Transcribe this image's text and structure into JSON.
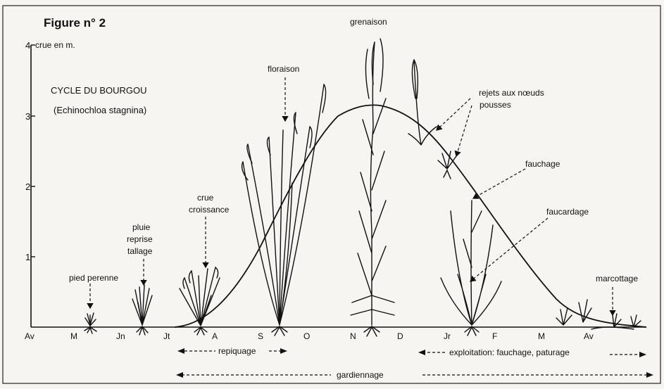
{
  "figure_title": "Figure n° 2",
  "axis": {
    "y_title": "crue  en m.",
    "y_ticks": [
      "4",
      "3",
      "2",
      "1"
    ],
    "months": [
      "Av",
      "M",
      "Jn",
      "Jt",
      "A",
      "S",
      "O",
      "N",
      "D",
      "Jr",
      "F",
      "M",
      "Av"
    ]
  },
  "caption": {
    "line1": "CYCLE  DU  BOURGOU",
    "line2": "(Echinochloa  stagnina)"
  },
  "annotations": {
    "pied_perenne": "pied perenne",
    "pluie": "pluie",
    "reprise": "reprise",
    "tallage": "tallage",
    "crue": "crue",
    "croissance": "croissance",
    "floraison": "floraison",
    "grenaison": "grenaison",
    "rejets": "rejets aux nœuds",
    "pousses": "pousses",
    "fauchage": "fauchage",
    "faucardage": "faucardage",
    "marcottage": "marcottage"
  },
  "periods": {
    "repiquage": "repiquage",
    "exploitation": "exploitation: fauchage, paturage",
    "gardiennage": "gardiennage"
  },
  "chart_data": {
    "type": "line",
    "ylabel": "crue  en m.",
    "ylim": [
      0,
      4
    ],
    "x": [
      "Av",
      "M",
      "Jn",
      "Jt",
      "A",
      "S",
      "O",
      "N",
      "D",
      "Jr",
      "F",
      "M",
      "Av"
    ],
    "series": [
      {
        "values": [
          0,
          0,
          0,
          0,
          0.3,
          1.4,
          2.6,
          3.15,
          3.0,
          2.5,
          1.5,
          0.5,
          0
        ]
      }
    ]
  }
}
